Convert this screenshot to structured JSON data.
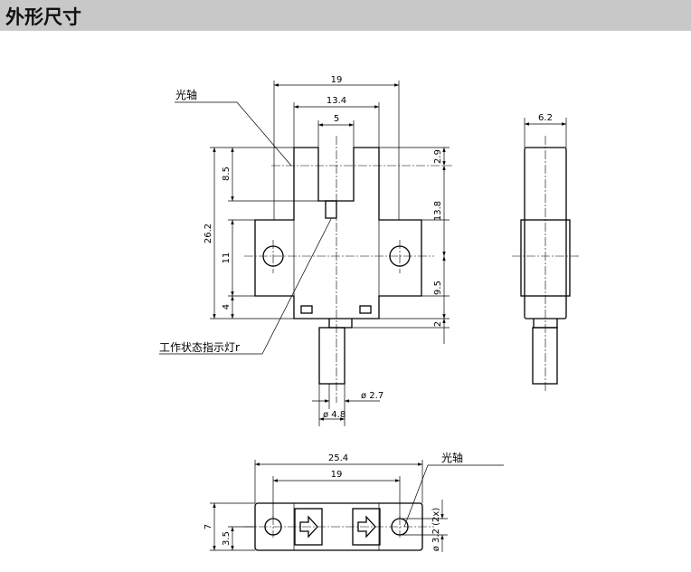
{
  "header": {
    "title": "外形尺寸"
  },
  "front_view": {
    "dims": {
      "w19": "19",
      "w13_4": "13.4",
      "w5": "5",
      "h8_5": "8.5",
      "h26_2": "26.2",
      "h11": "11",
      "h4": "4",
      "h2_9": "2.9",
      "h13_8": "13.8",
      "h9_5": "9.5",
      "h2": "2",
      "d2_7": "ø 2.7",
      "d4_8": "ø 4.8"
    },
    "labels": {
      "optical_axis": "光轴",
      "indicator": "工作状态指示灯r"
    }
  },
  "side_view": {
    "dims": {
      "w6_2": "6.2"
    }
  },
  "top_view": {
    "dims": {
      "w25_4": "25.4",
      "w19": "19",
      "h7": "7",
      "h3_5": "3.5",
      "hole": "ø 3.2 (2x)"
    },
    "labels": {
      "optical_axis": "光轴"
    }
  }
}
